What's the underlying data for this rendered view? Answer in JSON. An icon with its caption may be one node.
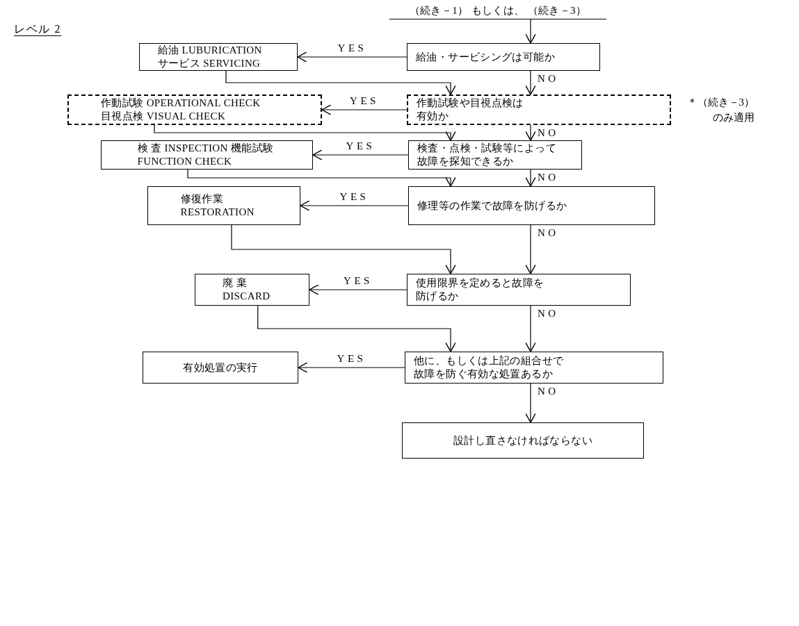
{
  "diagram": {
    "nodes": [
      {
        "text": [
          "（続き－1） もしくは、 （続き－3）"
        ]
      },
      {
        "text": [
          "給油 LUBURICATION サービス SERVICING"
        ]
      },
      {
        "text": [
          "給油・サービシングは可能か"
        ]
      },
      {
        "text": [
          "作動試験 OPERATIONAL CHECK 目視点検 VISUAL CHECK"
        ]
      },
      {
        "text": [
          "作動試験や目視点検は有効か"
        ],
        "beside": [
          "＊（続き－3）のみ適用"
        ]
      },
      {
        "text": [
          "検 査 INSPECTION 機能試験 FUNCTION CHECK"
        ]
      },
      {
        "text": [
          "検査・点検・試験等によって故障を探知できるか"
        ]
      },
      {
        "text": [
          "修復作業 RESTORATION"
        ]
      },
      {
        "text": [
          "修理等の作業で故障を防げるか"
        ]
      },
      {
        "text": [
          "廃 棄 DISCARD"
        ]
      },
      {
        "text": [
          "使用限界を定めると故障を防げるか"
        ]
      },
      {
        "text": [
          "有効処置の実行"
        ]
      },
      {
        "text": [
          "他に、もしくは上記の組合せで故障を防ぐ有効な処置あるか"
        ]
      },
      {
        "text": [
          "設計し直さなければならない"
        ]
      }
    ],
    "edges": [
      {
        "from": 0,
        "to": 2,
        "arrow": "to"
      },
      {
        "from": 2,
        "to": 1,
        "arrow": "to",
        "label": "YES"
      },
      {
        "from": 2,
        "to": 4,
        "arrow": "to",
        "label": "NO"
      },
      {
        "from": 1,
        "to": 4,
        "arrow": "to"
      },
      {
        "from": 4,
        "to": 3,
        "arrow": "to",
        "label": "YES"
      },
      {
        "from": 4,
        "to": 6,
        "arrow": "to",
        "label": "NO"
      },
      {
        "from": 3,
        "to": 6,
        "arrow": "to"
      },
      {
        "from": 6,
        "to": 5,
        "arrow": "to",
        "label": "YES"
      },
      {
        "from": 6,
        "to": 8,
        "arrow": "to",
        "label": "NO"
      },
      {
        "from": 5,
        "to": 8,
        "arrow": "to"
      },
      {
        "from": 8,
        "to": 7,
        "arrow": "to",
        "label": "YES"
      },
      {
        "from": 8,
        "to": 10,
        "arrow": "to",
        "label": "NO"
      },
      {
        "from": 7,
        "to": 10,
        "arrow": "to"
      },
      {
        "from": 10,
        "to": 9,
        "arrow": "to",
        "label": "YES"
      },
      {
        "from": 10,
        "to": 12,
        "arrow": "to",
        "label": "NO"
      },
      {
        "from": 9,
        "to": 12,
        "arrow": "to"
      },
      {
        "from": 12,
        "to": 11,
        "arrow": "to",
        "label": "YES"
      },
      {
        "from": 12,
        "to": 13,
        "arrow": "to",
        "label": "NO"
      }
    ],
    "labels": [
      "レベル 2"
    ]
  }
}
